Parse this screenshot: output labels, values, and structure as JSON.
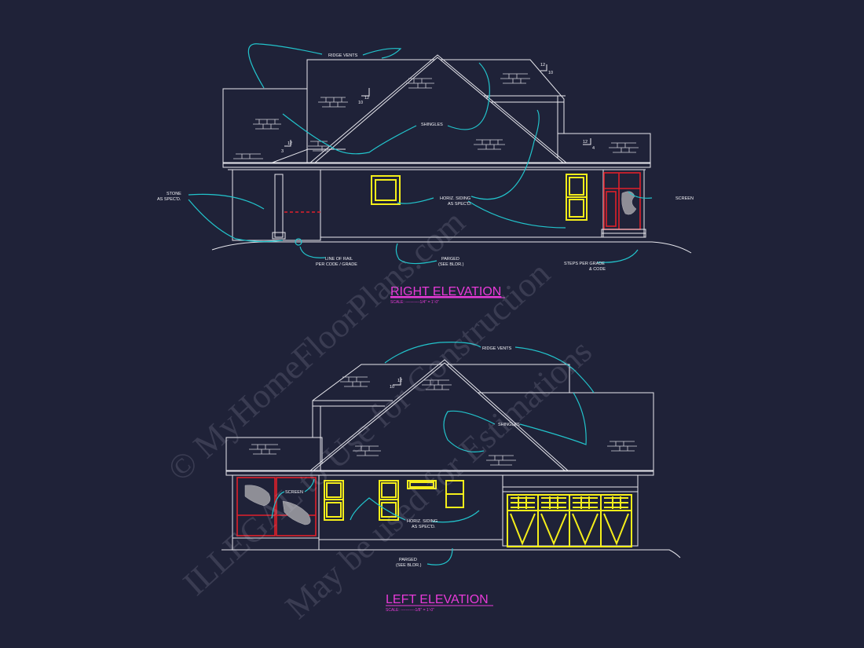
{
  "right_elevation": {
    "title": "RIGHT ELEVATION",
    "scale": "SCALE: -----------1/4\" = 1'-0\"",
    "notes": {
      "ridge_vents": "RIDGE VENTS",
      "shingles": "SHINGLES",
      "stone_1": "STONE",
      "stone_2": "AS SPEC'D.",
      "siding_1": "HORIZ. SIDING",
      "siding_2": "AS SPEC'D.",
      "screen": "SCREEN",
      "rail_1": "LINE OF RAIL",
      "rail_2": "PER CODE / GRADE",
      "parged_1": "PARGED",
      "parged_2": "(SEE BLDR.)",
      "steps_1": "STEPS PER GRADE",
      "steps_2": "& CODE"
    },
    "pitches": {
      "main_rise": "10",
      "main_run": "12",
      "porch_rise": "3",
      "porch_run": "12",
      "right_rise": "12",
      "right_run": "4",
      "top_rise": "12",
      "top_run": "10"
    }
  },
  "left_elevation": {
    "title": "LEFT ELEVATION",
    "scale": "SCALE: -----------1/8\" = 1'-0\"",
    "notes": {
      "ridge_vents": "RIDGE VENTS",
      "shingles": "SHINGLES",
      "screen": "SCREEN",
      "siding_1": "HORIZ. SIDING",
      "siding_2": "AS SPEC'D.",
      "parged_1": "PARGED",
      "parged_2": "(SEE BLDR.)"
    },
    "pitches": {
      "main_rise": "10",
      "main_run": "12"
    }
  },
  "watermark": {
    "line1": "© MyHomeFloorPlans.com",
    "line2": "ILLEGAL to Use for Construction",
    "line3": "May be used for Estimations"
  },
  "colors": {
    "background": "#1f2238",
    "linework": "#e8e8ee",
    "windows": "#f5ee1a",
    "screen_frames": "#e0202a",
    "leaders": "#22c4cc",
    "titles": "#e83ad8"
  }
}
